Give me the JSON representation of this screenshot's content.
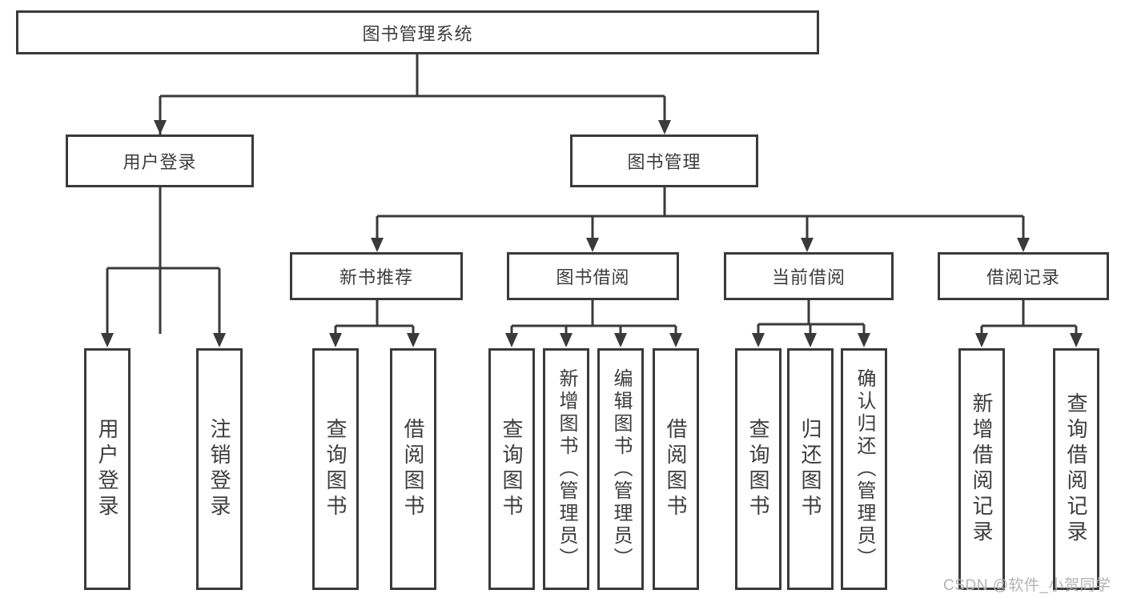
{
  "tree": {
    "root": {
      "label": "图书管理系统"
    },
    "user_login": {
      "label": "用户登录",
      "children": [
        {
          "label": "用户登录"
        },
        {
          "label": "注销登录"
        }
      ]
    },
    "book_mgmt": {
      "label": "图书管理",
      "sections": {
        "new_book": {
          "label": "新书推荐",
          "children": [
            {
              "label": "查询图书"
            },
            {
              "label": "借阅图书"
            }
          ]
        },
        "borrow": {
          "label": "图书借阅",
          "children": [
            {
              "label": "查询图书"
            },
            {
              "label": "新增图书（管理员）"
            },
            {
              "label": "编辑图书（管理员）"
            },
            {
              "label": "借阅图书"
            }
          ]
        },
        "current": {
          "label": "当前借阅",
          "children": [
            {
              "label": "查询图书"
            },
            {
              "label": "归还图书"
            },
            {
              "label": "确认归还（管理员）"
            }
          ]
        },
        "records": {
          "label": "借阅记录",
          "children": [
            {
              "label": "新增借阅记录"
            },
            {
              "label": "查询借阅记录"
            }
          ]
        }
      }
    }
  },
  "watermark": "CSDN @软件_小贺同学",
  "colors": {
    "line": "#3a3a3a",
    "text": "#3d3d3d",
    "watermark": "#b3b3b3",
    "background": "#ffffff"
  }
}
